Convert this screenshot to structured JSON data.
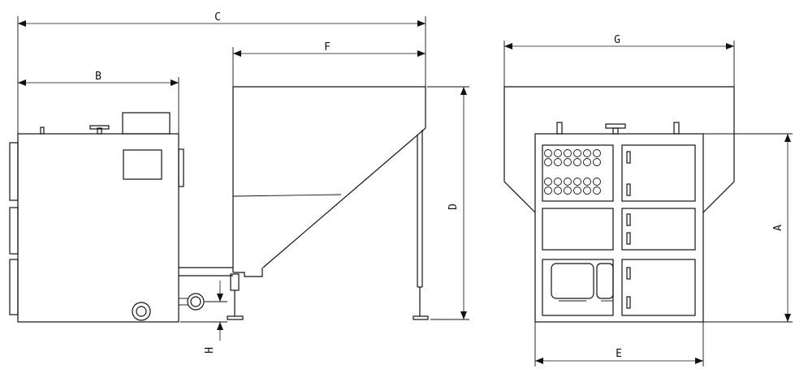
{
  "dimensions": {
    "A": "A",
    "B": "B",
    "C": "C",
    "D": "D",
    "E": "E",
    "F": "F",
    "G": "G",
    "H": "H"
  }
}
